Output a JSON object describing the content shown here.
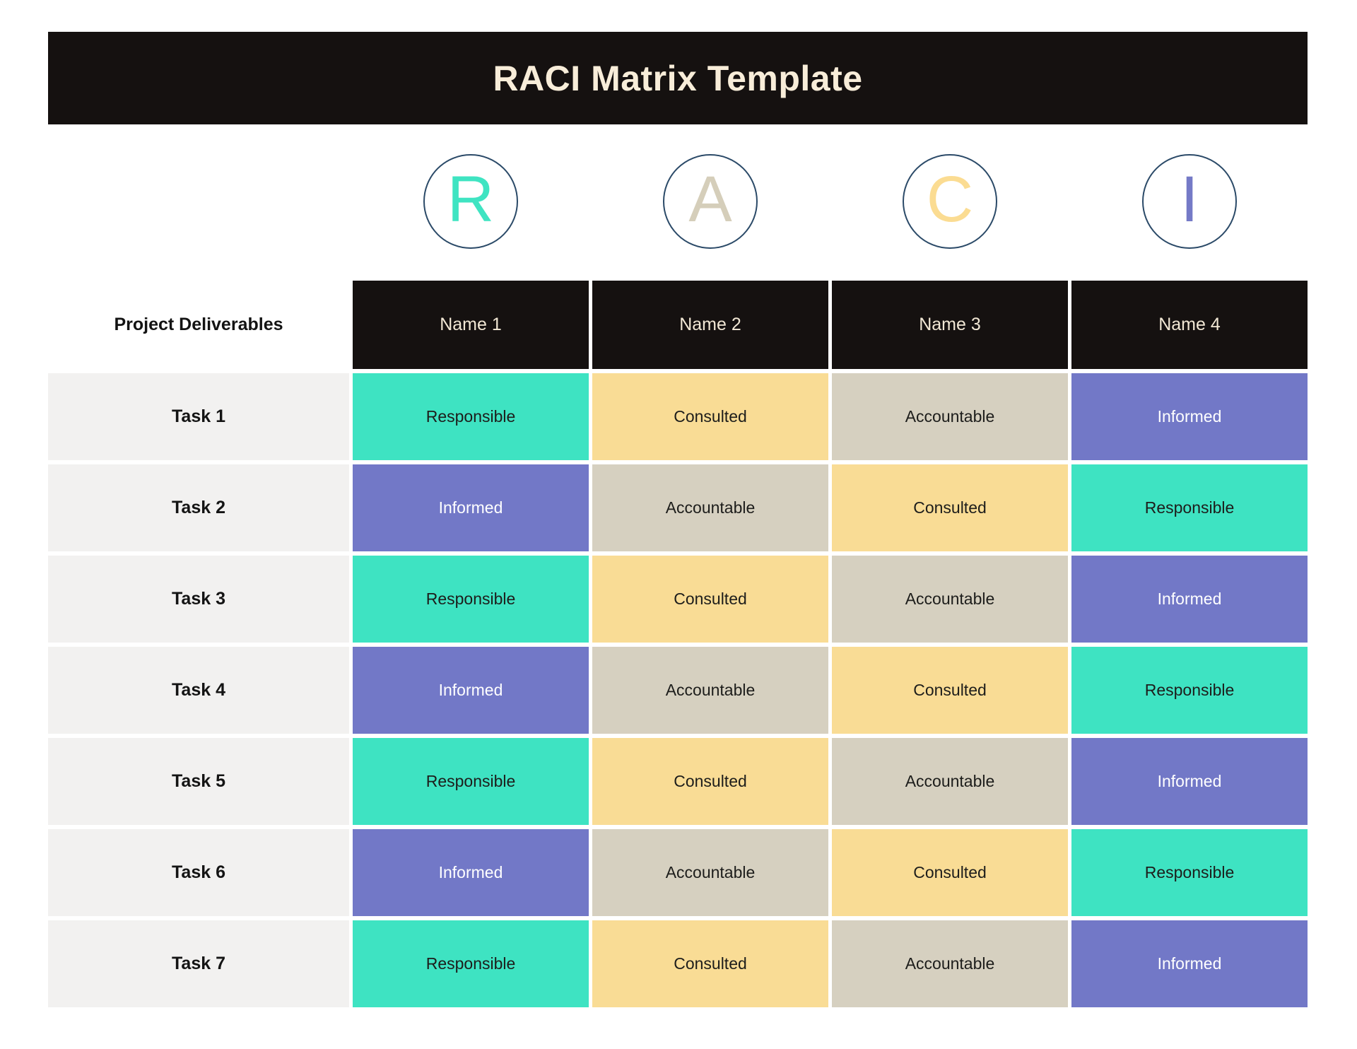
{
  "banner": {
    "title": "RACI Matrix Template",
    "bg_color": "#151110",
    "text_color": "#F8EDD9"
  },
  "legend": [
    {
      "letter": "R",
      "color": "#3FE4C2",
      "meaning": "Responsible"
    },
    {
      "letter": "A",
      "color": "#D5CEBA",
      "meaning": "Accountable"
    },
    {
      "letter": "C",
      "color": "#FBDC92",
      "meaning": "Consulted"
    },
    {
      "letter": "I",
      "color": "#757AC7",
      "meaning": "Informed"
    }
  ],
  "legend_circle_border_color": "#2B4A68",
  "table": {
    "corner_header": "Project Deliverables",
    "columns": [
      "Name 1",
      "Name 2",
      "Name 3",
      "Name 4"
    ],
    "rows": [
      {
        "task": "Task 1",
        "cells": [
          "Responsible",
          "Consulted",
          "Accountable",
          "Informed"
        ]
      },
      {
        "task": "Task 2",
        "cells": [
          "Informed",
          "Accountable",
          "Consulted",
          "Responsible"
        ]
      },
      {
        "task": "Task 3",
        "cells": [
          "Responsible",
          "Consulted",
          "Accountable",
          "Informed"
        ]
      },
      {
        "task": "Task 4",
        "cells": [
          "Informed",
          "Accountable",
          "Consulted",
          "Responsible"
        ]
      },
      {
        "task": "Task 5",
        "cells": [
          "Responsible",
          "Consulted",
          "Accountable",
          "Informed"
        ]
      },
      {
        "task": "Task 6",
        "cells": [
          "Informed",
          "Accountable",
          "Consulted",
          "Responsible"
        ]
      },
      {
        "task": "Task 7",
        "cells": [
          "Responsible",
          "Consulted",
          "Accountable",
          "Informed"
        ]
      }
    ]
  },
  "role_styles": {
    "Responsible": {
      "bg": "#3EE3C2",
      "text": "#1D1D1B"
    },
    "Consulted": {
      "bg": "#F9DC95",
      "text": "#1D1D1B"
    },
    "Accountable": {
      "bg": "#D6D0C0",
      "text": "#1D1D1B"
    },
    "Informed": {
      "bg": "#7278C7",
      "text": "#FFFFFF"
    }
  },
  "colors": {
    "page_bg": "#FFFFFF",
    "header_row_bg": "#151110",
    "header_row_text": "#F2E8D5",
    "task_column_bg": "#F2F1F0"
  }
}
